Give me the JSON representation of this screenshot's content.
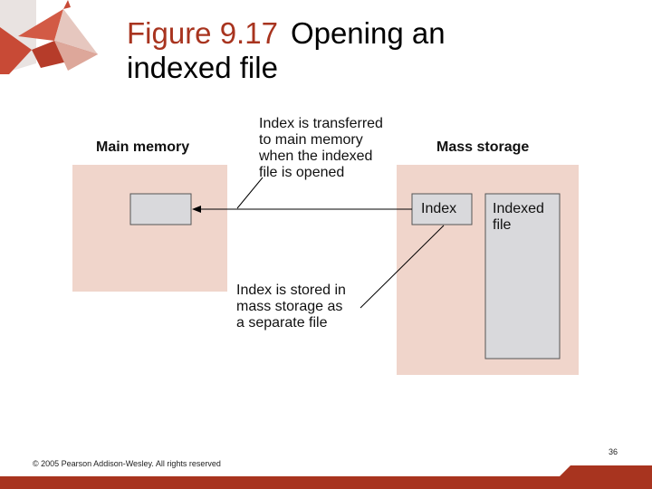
{
  "slide": {
    "figure_number": "Figure 9.17",
    "title_text": "Opening an indexed file",
    "title_line1": "Opening an",
    "title_line2": "indexed file",
    "page_number": "36",
    "copyright": "© 2005 Pearson Addison-Wesley. All rights reserved"
  },
  "diagram": {
    "main_memory_label": "Main memory",
    "mass_storage_label": "Mass storage",
    "index_label": "Index",
    "indexed_file_line1": "Indexed",
    "indexed_file_line2": "file",
    "transfer_note": [
      "Index is transferred",
      "to main memory",
      "when the indexed",
      "file is opened"
    ],
    "stored_note": [
      "Index is stored in",
      "mass storage as",
      "a separate file"
    ]
  },
  "colors": {
    "accent": "#a8341f",
    "region_fill": "#f0d5cb",
    "box_fill": "#d9d9dc",
    "box_stroke": "#555555"
  }
}
